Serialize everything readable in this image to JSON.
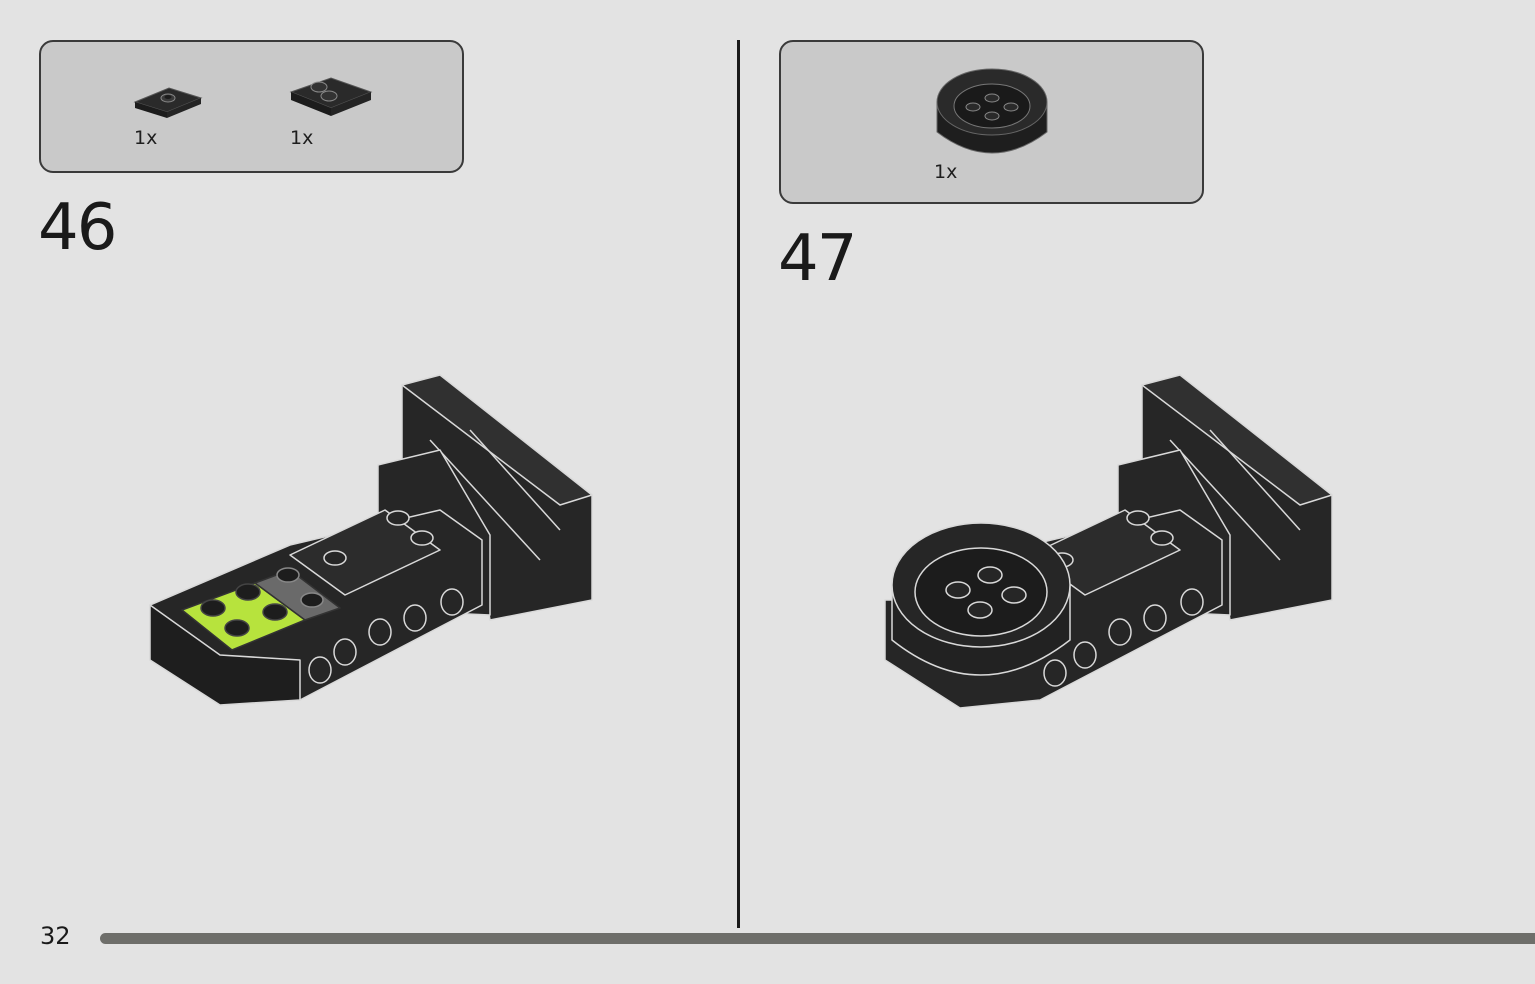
{
  "page": {
    "number": "32"
  },
  "steps": [
    {
      "number": "46",
      "parts": [
        {
          "qty": "1x",
          "name": "jumper-plate-1x2"
        },
        {
          "qty": "1x",
          "name": "plate-2x2-round-corner"
        }
      ]
    },
    {
      "number": "47",
      "parts": [
        {
          "qty": "1x",
          "name": "round-brick-4x4"
        }
      ]
    }
  ],
  "colors": {
    "background": "#e3e3e3",
    "parts_box": "#c9c9c9",
    "brick_black": "#262626",
    "highlight_lime": "#b7e33d",
    "progress_bar": "#6e6e6a"
  }
}
